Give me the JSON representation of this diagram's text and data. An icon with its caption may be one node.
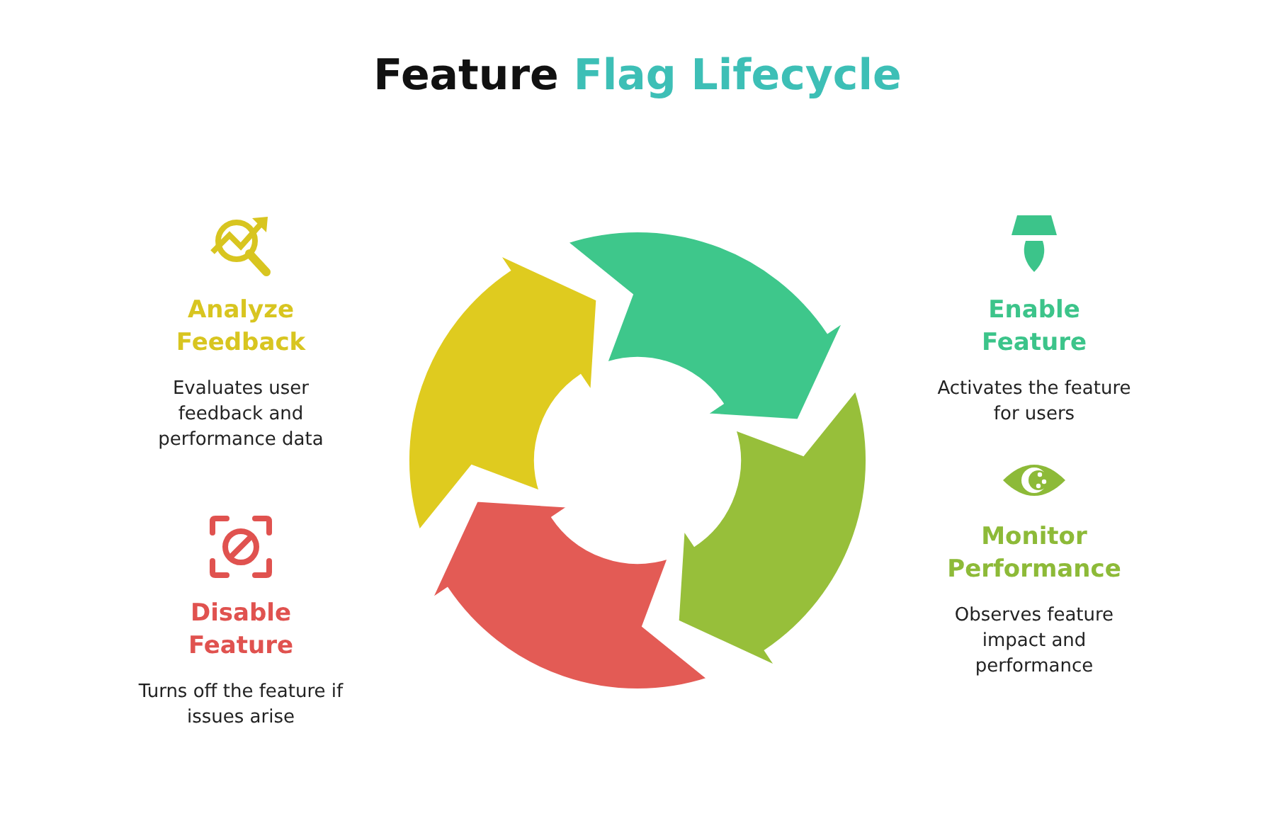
{
  "diagram": {
    "title": "Feature Flag Lifecycle",
    "nodes": [
      {
        "text": [
          "Analyze Feedback",
          "Evaluates user feedback and performance data"
        ]
      },
      {
        "text": [
          "Enable Feature",
          "Activates the feature for users"
        ]
      },
      {
        "text": [
          "Monitor Performance",
          "Observes feature impact and performance"
        ]
      },
      {
        "text": [
          "Disable Feature",
          "Turns off the feature if issues arise"
        ]
      }
    ],
    "edges": []
  }
}
